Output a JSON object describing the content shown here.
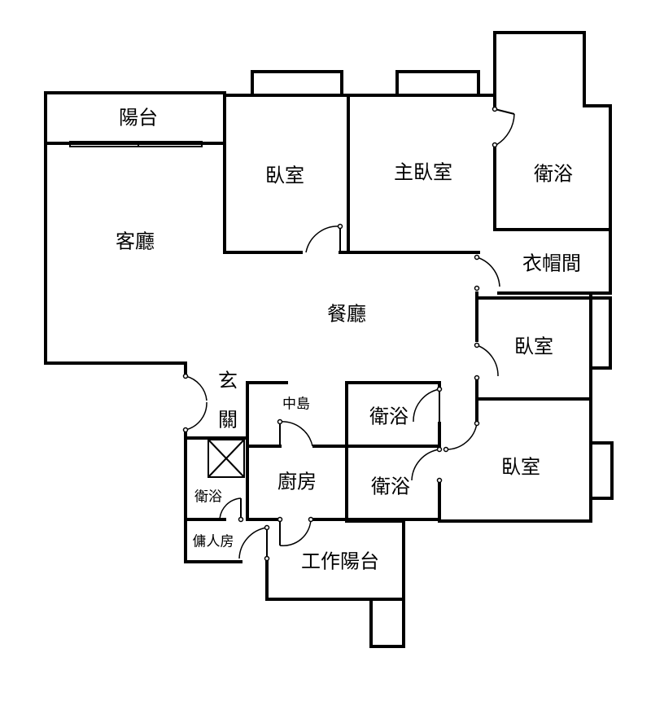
{
  "rooms": {
    "balcony": "陽台",
    "living_room": "客廳",
    "bedroom_1": "臥室",
    "master_bedroom": "主臥室",
    "master_bath": "衛浴",
    "walk_in_closet": "衣帽間",
    "dining_room": "餐廳",
    "bedroom_2": "臥室",
    "entrance_top": "玄",
    "entrance_bottom": "關",
    "kitchen_island": "中島",
    "bath_center_1": "衛浴",
    "bath_center_2": "衛浴",
    "bedroom_3": "臥室",
    "kitchen": "廚房",
    "maid_bath": "衛浴",
    "maid_room": "傭人房",
    "service_balcony": "工作陽台"
  }
}
